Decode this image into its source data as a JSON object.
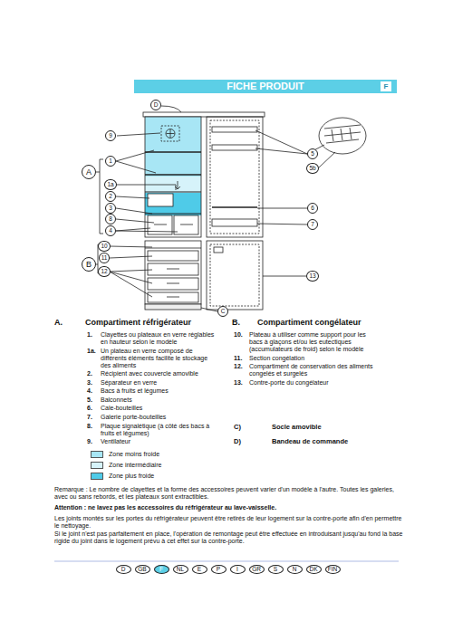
{
  "diagram": {
    "nodes": [
      {
        "text": [
          "FICHE PRODUIT"
        ]
      },
      {
        "text": [
          "F"
        ],
        "in": 0
      },
      {
        "text": [
          "D"
        ]
      },
      {
        "text": [
          "9"
        ]
      },
      {
        "text": [
          "A"
        ]
      },
      {
        "text": [
          "1"
        ]
      },
      {
        "text": [
          "1a"
        ]
      },
      {
        "text": [
          "2"
        ]
      },
      {
        "text": [
          "3"
        ]
      },
      {
        "text": [
          "8"
        ]
      },
      {
        "text": [
          "4"
        ]
      },
      {
        "text": [
          "10"
        ]
      },
      {
        "text": [
          "11"
        ]
      },
      {
        "text": [
          "B"
        ]
      },
      {
        "text": [
          "12"
        ]
      },
      {
        "text": [
          "C"
        ]
      },
      {
        "text": [
          "5"
        ]
      },
      {
        "text": [
          "5b"
        ]
      },
      {
        "text": [
          "6"
        ]
      },
      {
        "text": [
          "7"
        ]
      },
      {
        "text": [
          "13"
        ]
      },
      {
        "text": [
          "D"
        ]
      },
      {
        "text": [
          "GB"
        ]
      },
      {
        "text": [
          "F"
        ]
      },
      {
        "text": [
          "NL"
        ]
      },
      {
        "text": [
          "E"
        ]
      },
      {
        "text": [
          "P"
        ]
      },
      {
        "text": [
          "I"
        ]
      },
      {
        "text": [
          "GR"
        ]
      },
      {
        "text": [
          "S"
        ]
      },
      {
        "text": [
          "N"
        ]
      },
      {
        "text": [
          "DK"
        ]
      },
      {
        "text": [
          "FIN"
        ]
      }
    ],
    "labels": [
      "A.",
      "Compartiment réfrigérateur",
      "1.",
      "Clayettes ou plateaux en verre réglables en hauteur selon le modèle",
      "1a.",
      "Un plateau en verre composé de différents éléments facilite le stockage des aliments",
      "2.",
      "Récipient avec couvercle amovible",
      "3.",
      "Séparateur en verre",
      "4.",
      "Bacs à fruits et légumes",
      "5.",
      "Balconnets",
      "6.",
      "Cale-bouteilles",
      "7.",
      "Galerie porte-bouteilles",
      "8.",
      "Plaque signalétique (à côté des bacs à fruits et légumes)",
      "9.",
      "Ventilateur",
      "B.",
      "Compartiment congélateur",
      "10.",
      "Plateau à utiliser comme support pour les bacs à glaçons et/ou les eutectiques (accumulateurs de froid) selon le modèle",
      "11.",
      "Section congélation",
      "12.",
      "Compartiment de conservation des aliments congelés et surgelés",
      "13.",
      "Contre-porte du congélateur",
      "C)",
      "Socle amovible",
      "D)",
      "Bandeau de commande",
      "Remarque : Le nombre de clayettes et la forme des accessoires peuvent varier d'un modèle à l'autre. Toutes les galeries, avec ou sans rebords, et les plateaux sont extractibles.",
      "Attention : ne lavez pas les accessoires du réfrigérateur au lave-vaisselle.",
      "Les joints montés sur les portes du réfrigérateur peuvent être retirés de leur logement sur la contre-porte afin d'en permettre le nettoyage.",
      "Si le joint n'est pas parfaitement en place, l'opération de remontage peut être effectuée en introduisant jusqu'au fond la base rigide du joint dans le logement prévu à cet effet sur la contre-porte."
    ],
    "legend": [
      {
        "text": "Zone moins froide",
        "color": "#a8e6f5"
      },
      {
        "text": "Zone intermédiaire",
        "color": "#d6f3fa"
      },
      {
        "text": "Zone plus froide",
        "color": "#4fcbe8"
      }
    ]
  }
}
